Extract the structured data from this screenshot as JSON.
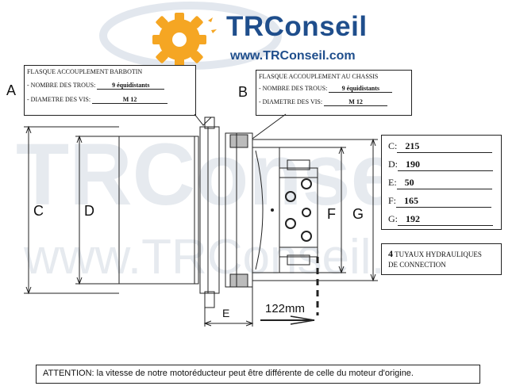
{
  "brand": {
    "name": "TRConseil",
    "url": "www.TRConseil.com",
    "watermark_text": "TRConseil",
    "watermark_url": "www.TRConseil.com"
  },
  "callout_a": {
    "letter": "A",
    "title": "FLASQUE ACCOUPLEMENT BARBOTIN",
    "holes_label": "- NOMBRE DES TROUS:",
    "holes_value": "9 équidistants",
    "screw_label": "- DIAMETRE DES VIS:",
    "screw_value": "M 12"
  },
  "callout_b": {
    "letter": "B",
    "title": "FLASQUE ACCOUPLEMENT AU CHASSIS",
    "holes_label": "- NOMBRE DES TROUS:",
    "holes_value": "9 équidistants",
    "screw_label": "- DIAMETRE DES VIS:",
    "screw_value": "M 12"
  },
  "dimensions": [
    {
      "key": "C:",
      "value": "215"
    },
    {
      "key": "D:",
      "value": "190"
    },
    {
      "key": "E:",
      "value": "50"
    },
    {
      "key": "F:",
      "value": "165"
    },
    {
      "key": "G:",
      "value": "192"
    }
  ],
  "hydraulics_note": {
    "count": "4",
    "text_line1": "TUYAUX HYDRAULIQUES",
    "text_line2": "DE CONNECTION"
  },
  "drawing_labels": {
    "c": "C",
    "d": "D",
    "e": "E",
    "f": "F",
    "g": "G",
    "offset": "122mm"
  },
  "attention": "ATTENTION: la vitesse de notre motoréducteur peut être différente de celle du moteur d'origine.",
  "colors": {
    "brand_blue": "#1f4e8c",
    "logo_gear": "#f5a623",
    "watermark": "#dde3ea"
  }
}
